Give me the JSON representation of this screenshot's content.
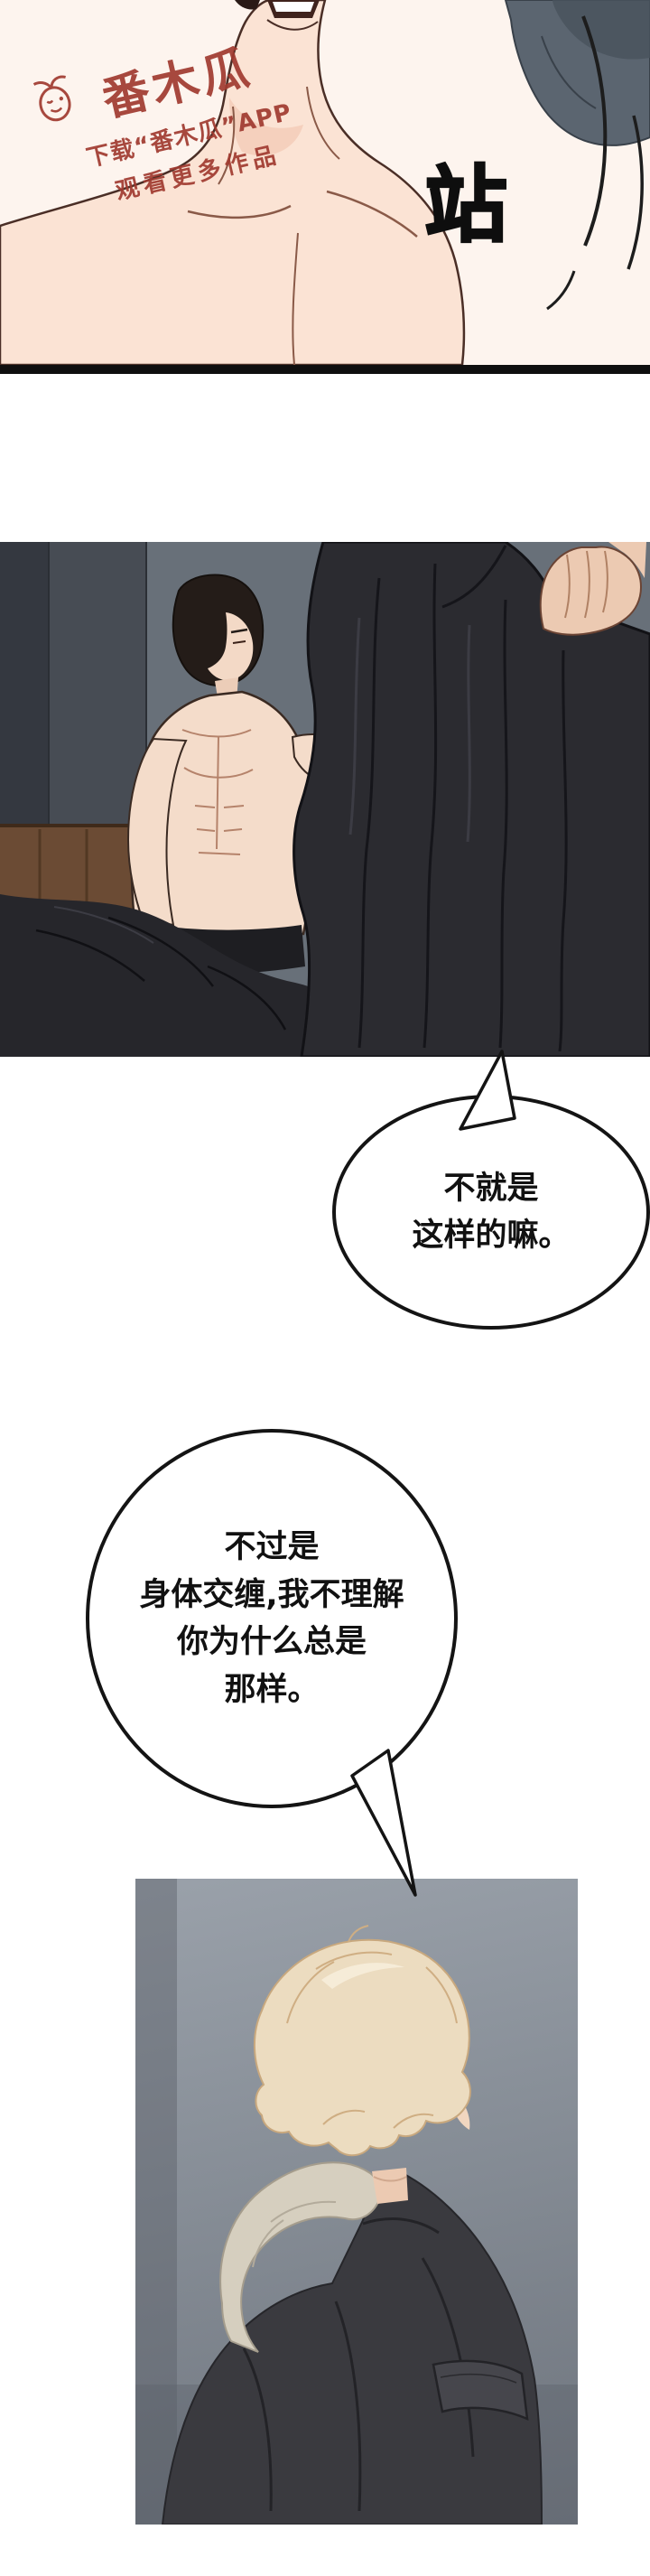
{
  "palette": {
    "page_bg": "#ffffff",
    "ink": "#141414",
    "watermark_red": "#a03a30",
    "bubble_bg": "#ffffff"
  },
  "panel1": {
    "sfx_text": "站",
    "watermark": {
      "brand": "番木瓜",
      "line1": "下载“番木瓜”APP",
      "line2": "观看更多作品"
    }
  },
  "bubbles": {
    "bubble1": {
      "line1": "不就是",
      "line2": "这样的嘛。"
    },
    "bubble2": {
      "line1": "不过是",
      "line2": "身体交缠,我不理解",
      "line3": "你为什么总是",
      "line4": "那样。"
    }
  }
}
